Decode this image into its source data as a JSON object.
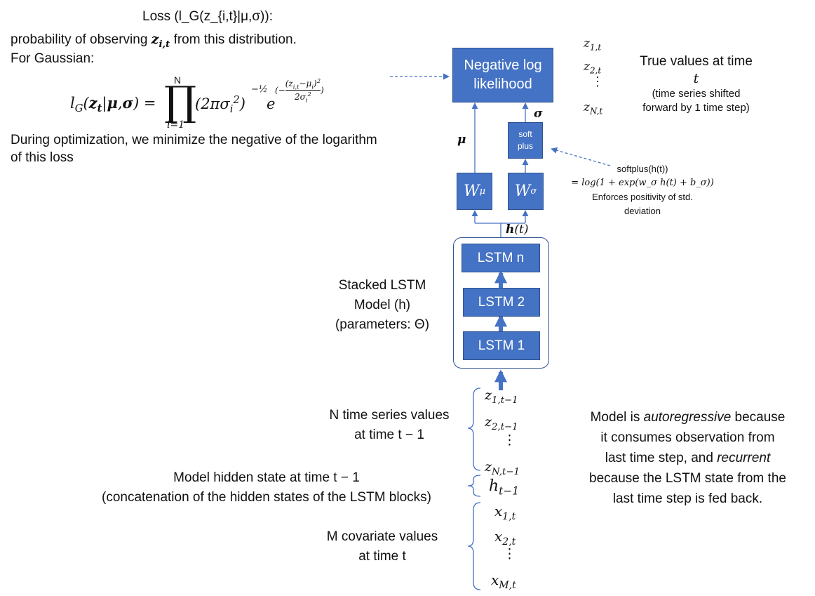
{
  "loss_block": {
    "heading": "Loss (l_G(z_{i,t}|μ,σ)):",
    "line1_pre": "probability of observing ",
    "line1_post": " from this distribution.",
    "line2": "For Gaussian:",
    "opt_line1": "During optimization, we minimize the negative of the logarithm",
    "opt_line2": "of this loss"
  },
  "nll_box": {
    "line1": "Negative log",
    "line2": "likelihood"
  },
  "true_values": {
    "line1": "True values at time",
    "line2": "t",
    "line3": "(time series shifted",
    "line4": "forward by 1 time step)",
    "items": [
      "z_{1,t}",
      "z_{2,t}",
      "⋮",
      "z_{N,t}"
    ]
  },
  "softplus_box": {
    "line1": "soft",
    "line2": "plus"
  },
  "softplus_note": {
    "line1": "softplus(h(t))",
    "line2": "= log(1 + exp(w_σ h(t) + b_σ))",
    "line3": "Enforces positivity of std.",
    "line4": "deviation"
  },
  "labels": {
    "mu": "μ",
    "sigma": "σ",
    "h_t": "h(t)"
  },
  "weights": {
    "w_mu": "W_μ",
    "w_sigma": "W_σ"
  },
  "lstm": {
    "n": "LSTM n",
    "two": "LSTM 2",
    "one": "LSTM 1"
  },
  "stacked_label": {
    "line1": "Stacked LSTM",
    "line2": "Model (h)",
    "line3": "(parameters: Θ)"
  },
  "inputs": {
    "z_items": [
      "z_{1,t−1}",
      "z_{2,t−1}",
      "⋮",
      "z_{N,t−1}"
    ],
    "h_item": "h_{t−1}",
    "x_items": [
      "x_{1,t}",
      "x_{2,t}",
      "⋮",
      "x_{M,t}"
    ],
    "z_label_1": "N time series values",
    "z_label_2": "at time t − 1",
    "h_label_1": "Model hidden state at time t − 1",
    "h_label_2": "(concatenation of the hidden states of the LSTM blocks)",
    "x_label_1": "M covariate values",
    "x_label_2": "at time t"
  },
  "autoregressive": {
    "l1_pre": "Model is ",
    "l1_em": "autoregressive",
    "l1_post": " because",
    "l2": "it consumes observation from",
    "l3_pre": "last time step, and ",
    "l3_em": "recurrent",
    "l4": "because the LSTM state from the",
    "l5": "last time step is fed back."
  },
  "colors": {
    "box_fill": "#4472c4",
    "box_border": "#2f528f",
    "arrow": "#4472c4"
  }
}
